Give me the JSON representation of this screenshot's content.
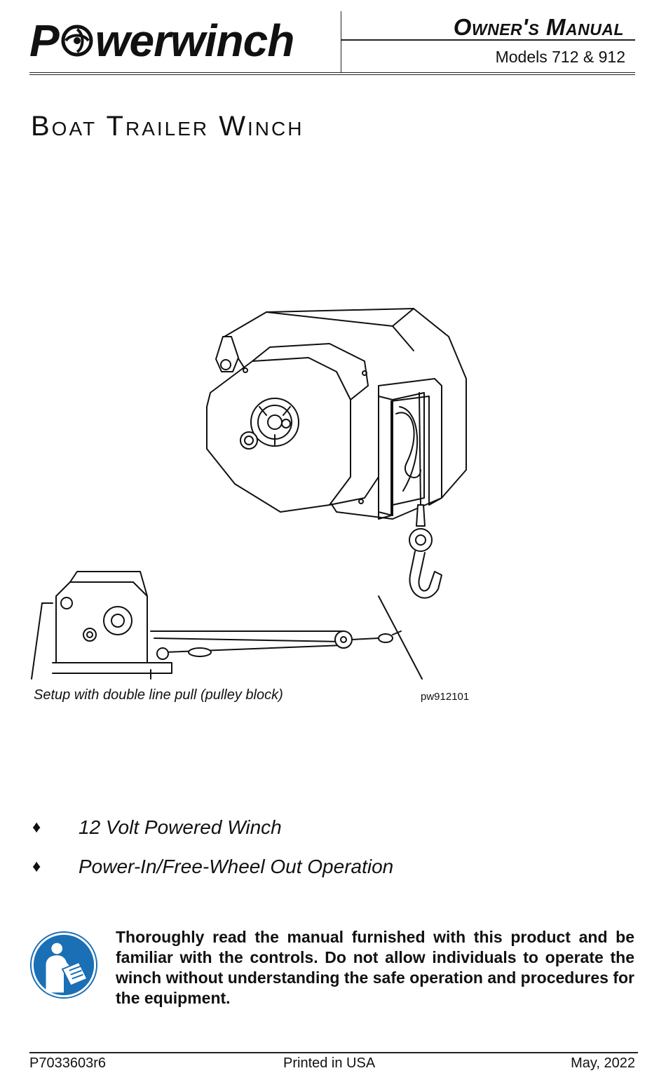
{
  "header": {
    "brand_prefix": "P",
    "brand_suffix": "werwinch",
    "manual_title": "Owner's Manual",
    "models": "Models 712 & 912"
  },
  "document": {
    "title": "Boat Trailer Winch"
  },
  "figure": {
    "caption": "Setup with double line pull (pulley block)",
    "id": "pw912101"
  },
  "features": [
    {
      "bullet": "♦",
      "text": "12 Volt Powered Winch"
    },
    {
      "bullet": "♦",
      "text": "Power-In/Free-Wheel Out Operation"
    }
  ],
  "warning": {
    "icon": "read-manual-icon",
    "text": "Thoroughly read the manual furnished with this product and be familiar with the controls. Do not allow individuals to operate the winch without understanding the safe operation and procedures for the equipment.",
    "icon_color": "#1a6fb5"
  },
  "footer": {
    "part_number": "P7033603r6",
    "printed": "Printed in USA",
    "date": "May, 2022"
  }
}
